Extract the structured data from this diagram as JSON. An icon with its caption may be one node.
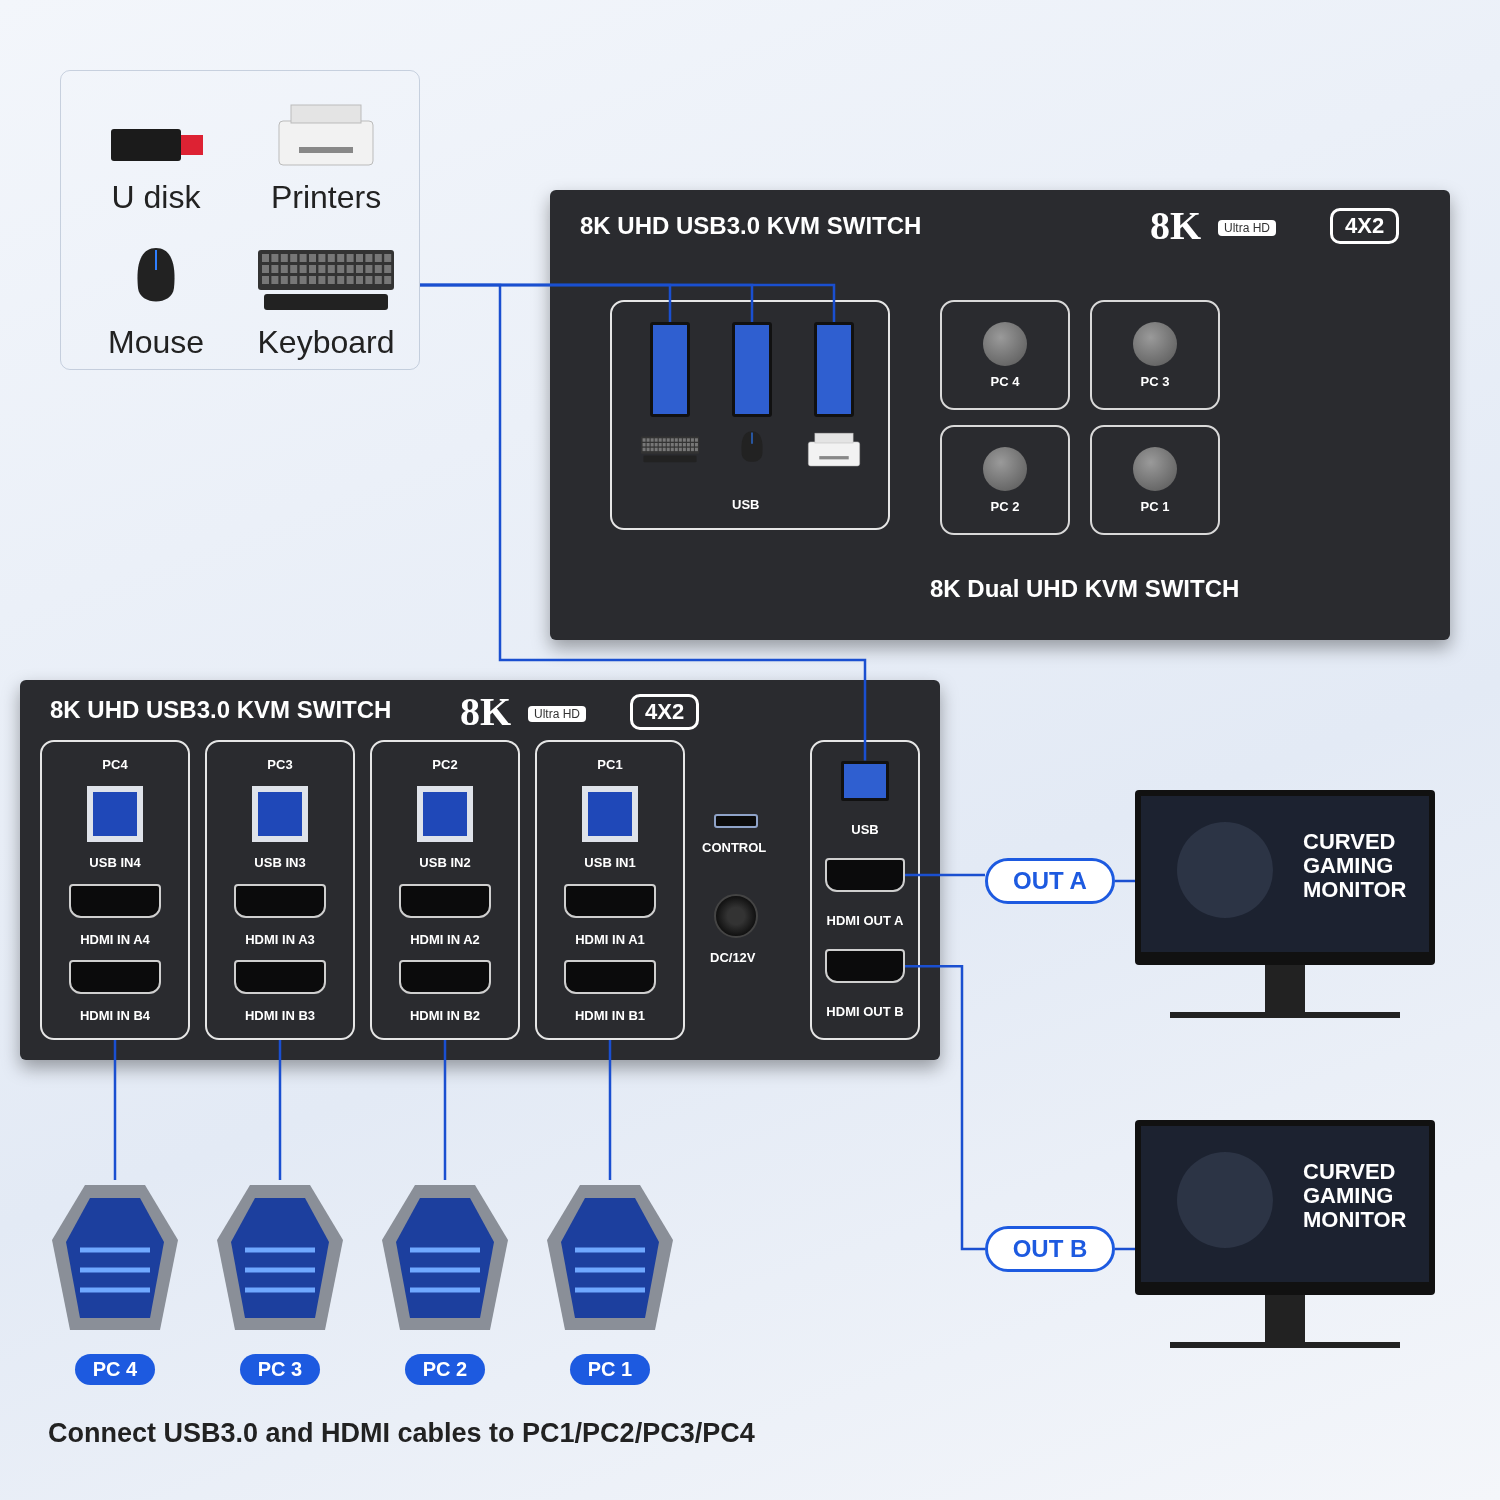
{
  "diagram": {
    "caption": "Connect USB3.0 and HDMI cables to PC1/PC2/PC3/PC4",
    "nodes": [
      {
        "text": [],
        "shape": "box"
      },
      {
        "text": [
          "U disk"
        ],
        "in": 0
      },
      {
        "text": [
          "Printers"
        ],
        "in": 0
      },
      {
        "text": [
          "Mouse"
        ],
        "in": 0
      },
      {
        "text": [
          "Keyboard"
        ],
        "in": 0
      },
      {
        "text": [
          "8K UHD USB3.0 KVM SWITCH",
          "8K Dual UHD KVM SWITCH"
        ]
      },
      {
        "text": [
          "USB"
        ],
        "in": 5
      },
      {
        "text": [],
        "shape": "box",
        "in": 6
      },
      {
        "text": [],
        "shape": "box",
        "in": 6
      },
      {
        "text": [],
        "shape": "box",
        "in": 6
      },
      {
        "text": [
          "PC 4"
        ],
        "in": 5
      },
      {
        "text": [
          "PC 3"
        ],
        "in": 5
      },
      {
        "text": [
          "PC 2"
        ],
        "in": 5
      },
      {
        "text": [
          "PC 1"
        ],
        "in": 5
      },
      {
        "text": [
          "8K UHD USB3.0 KVM SWITCH"
        ]
      },
      {
        "text": [
          "PC4",
          "USB IN4",
          "HDMI IN A4",
          "HDMI IN B4"
        ],
        "in": 14
      },
      {
        "text": [
          "PC3",
          "USB IN3",
          "HDMI IN A3",
          "HDMI IN B3"
        ],
        "in": 14
      },
      {
        "text": [
          "PC2",
          "USB IN2",
          "HDMI IN A2",
          "HDMI IN B2"
        ],
        "in": 14
      },
      {
        "text": [
          "PC1",
          "USB IN1",
          "HDMI IN A1",
          "HDMI IN B1"
        ],
        "in": 14
      },
      {
        "text": [
          "USB",
          "HDMI OUT A",
          "HDMI OUT B"
        ],
        "in": 14
      },
      {
        "text": [],
        "shape": "box",
        "in": 19
      },
      {
        "text": [],
        "shape": "box",
        "in": 19
      },
      {
        "text": [],
        "shape": "box",
        "in": 19
      },
      {
        "text": [
          "OUT A"
        ]
      },
      {
        "text": [
          "CURVED GAMING MONITOR"
        ]
      },
      {
        "text": [
          "OUT B"
        ]
      },
      {
        "text": [
          "CURVED GAMING MONITOR"
        ]
      },
      {
        "text": [
          "PC 4"
        ]
      },
      {
        "text": [
          "PC 3"
        ]
      },
      {
        "text": [
          "PC 2"
        ]
      },
      {
        "text": [
          "PC 1"
        ]
      }
    ],
    "edges": [
      {
        "from": 0,
        "to": 7,
        "arrow": "none"
      },
      {
        "from": 0,
        "to": 8,
        "arrow": "none"
      },
      {
        "from": 0,
        "to": 9,
        "arrow": "none"
      },
      {
        "from": 0,
        "to": 20,
        "arrow": "none"
      },
      {
        "from": 15,
        "to": 27,
        "arrow": "none"
      },
      {
        "from": 16,
        "to": 28,
        "arrow": "none"
      },
      {
        "from": 17,
        "to": 29,
        "arrow": "none"
      },
      {
        "from": 18,
        "to": 30,
        "arrow": "none"
      },
      {
        "from": 21,
        "to": 23,
        "arrow": "none"
      },
      {
        "from": 23,
        "to": 24,
        "arrow": "none"
      },
      {
        "from": 22,
        "to": 25,
        "arrow": "none"
      },
      {
        "from": 25,
        "to": 26,
        "arrow": "none"
      }
    ],
    "labels": [
      "8K",
      "Ultra HD",
      "4X2",
      "8K",
      "Ultra HD",
      "4X2",
      "CONTROL",
      "DC/12V"
    ]
  }
}
